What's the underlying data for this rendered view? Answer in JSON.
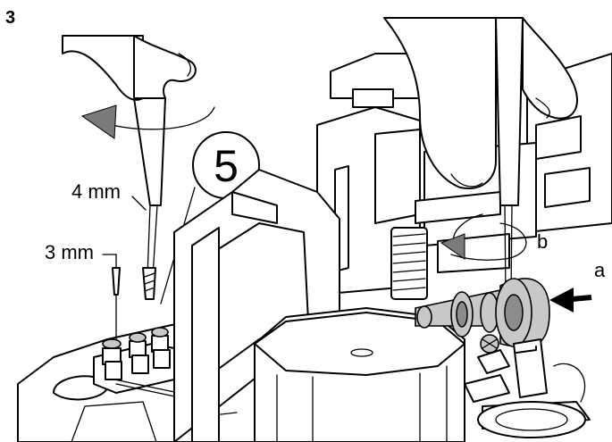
{
  "figure": {
    "step_number": "3",
    "callout_number": "5",
    "labels": {
      "screwdriver_4mm": "4 mm",
      "screwdriver_3mm": "3 mm",
      "rotation_b": "b",
      "push_a": "a"
    }
  }
}
